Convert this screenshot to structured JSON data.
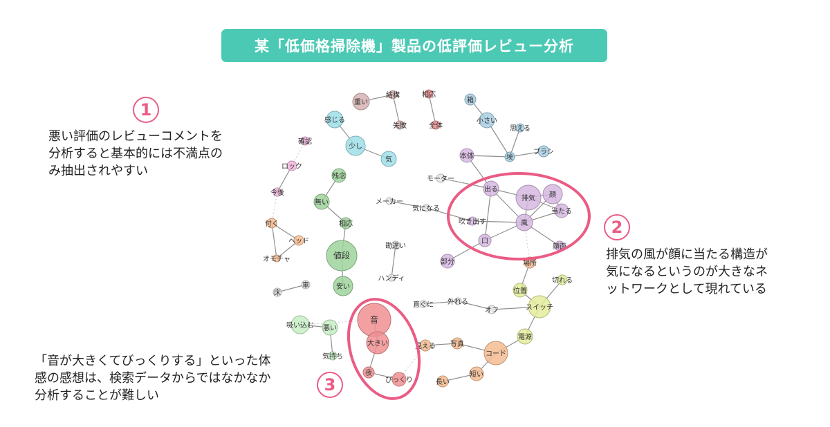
{
  "title": "某「低価格掃除機」製品の低評価レビュー分析",
  "annotations": [
    {
      "number": "1",
      "lines": [
        "悪い評価のレビューコメントを",
        "分析すると基本的には不満点の",
        "み抽出されやすい"
      ]
    },
    {
      "number": "2",
      "lines": [
        "排気の風が顔に当たる構造が",
        "気になるというのが大きなネ",
        "ットワークとして現れている"
      ]
    },
    {
      "number": "3",
      "lines": [
        "「音が大きくてびっくりする」といった体",
        "感の感想は、検索データからではなかなか",
        "分析することが難しい"
      ]
    }
  ],
  "colors": {
    "accent": "#4cc9b4",
    "highlight": "#ea5c84",
    "groups": {
      "red": "#f08f92",
      "brown": "#d7b3b3",
      "cyan": "#9fdfe9",
      "blue": "#a8cfe3",
      "pink": "#f2b6de",
      "green": "#9fd39b",
      "lightgreen": "#c8eec4",
      "orange": "#f5bc92",
      "purple": "#d6b9e2",
      "yellow": "#e3ec9b",
      "gray": "#e6e6e6"
    }
  },
  "network": {
    "nodes": [
      {
        "id": "omoi",
        "label": "重い",
        "group": "brown"
      },
      {
        "id": "kekko",
        "label": "結構",
        "group": "brown"
      },
      {
        "id": "shippai",
        "label": "失敗",
        "group": "brown"
      },
      {
        "id": "kanjiru",
        "label": "感じる",
        "group": "cyan"
      },
      {
        "id": "sukoshi",
        "label": "少し",
        "group": "cyan"
      },
      {
        "id": "ki",
        "label": "気",
        "group": "cyan"
      },
      {
        "id": "soo1",
        "label": "相応",
        "group": "red"
      },
      {
        "id": "zentai",
        "label": "全体",
        "group": "red"
      },
      {
        "id": "hako",
        "label": "箱",
        "group": "blue"
      },
      {
        "id": "chiisai",
        "label": "小さい",
        "group": "blue"
      },
      {
        "id": "mieru1",
        "label": "思える",
        "group": "blue"
      },
      {
        "id": "hokori",
        "label": "埃",
        "group": "blue"
      },
      {
        "id": "brush",
        "label": "ブラシ",
        "group": "blue"
      },
      {
        "id": "kakunin",
        "label": "確認",
        "group": "pink"
      },
      {
        "id": "lock",
        "label": "ロック",
        "group": "pink"
      },
      {
        "id": "kongo",
        "label": "今後",
        "group": "pink"
      },
      {
        "id": "zannen",
        "label": "残念",
        "group": "green"
      },
      {
        "id": "nai",
        "label": "無い",
        "group": "green"
      },
      {
        "id": "soo2",
        "label": "相応",
        "group": "green"
      },
      {
        "id": "nedan",
        "label": "値段",
        "group": "green"
      },
      {
        "id": "yasui",
        "label": "安い",
        "group": "green"
      },
      {
        "id": "tsuku",
        "label": "付く",
        "group": "orange"
      },
      {
        "id": "head",
        "label": "ヘッド",
        "group": "orange"
      },
      {
        "id": "omocha",
        "label": "オモチャ",
        "group": "orange"
      },
      {
        "id": "yuka",
        "label": "床",
        "group": "gray"
      },
      {
        "id": "kuruma",
        "label": "車",
        "group": "gray"
      },
      {
        "id": "motor",
        "label": "モーター",
        "group": "gray"
      },
      {
        "id": "maker",
        "label": "メーカー",
        "group": "gray"
      },
      {
        "id": "kininaru",
        "label": "気になる",
        "group": "gray"
      },
      {
        "id": "kanchigai",
        "label": "勘違い",
        "group": "gray"
      },
      {
        "id": "handy",
        "label": "ハンディ",
        "group": "gray"
      },
      {
        "id": "hontai",
        "label": "本体",
        "group": "purple"
      },
      {
        "id": "deru",
        "label": "出る",
        "group": "purple"
      },
      {
        "id": "haiki",
        "label": "排気",
        "group": "purple"
      },
      {
        "id": "kao",
        "label": "顔",
        "group": "purple"
      },
      {
        "id": "ataru",
        "label": "当たる",
        "group": "purple"
      },
      {
        "id": "fukidasu",
        "label": "吹き出す",
        "group": "purple"
      },
      {
        "id": "kaze",
        "label": "風",
        "group": "purple"
      },
      {
        "id": "kuchi",
        "label": "口",
        "group": "purple"
      },
      {
        "id": "bubun",
        "label": "部分",
        "group": "purple"
      },
      {
        "id": "ganmen",
        "label": "顔面",
        "group": "purple"
      },
      {
        "id": "basho",
        "label": "場所",
        "group": "orange"
      },
      {
        "id": "ichi",
        "label": "位置",
        "group": "yellow"
      },
      {
        "id": "kireru",
        "label": "切れる",
        "group": "yellow"
      },
      {
        "id": "switch",
        "label": "スイッチ",
        "group": "yellow"
      },
      {
        "id": "dengen",
        "label": "電源",
        "group": "yellow"
      },
      {
        "id": "suguni",
        "label": "直ぐに",
        "group": "gray"
      },
      {
        "id": "hazureru",
        "label": "外れる",
        "group": "gray"
      },
      {
        "id": "off",
        "label": "オフ",
        "group": "gray"
      },
      {
        "id": "suikomu",
        "label": "吸い込む",
        "group": "lightgreen"
      },
      {
        "id": "warui",
        "label": "悪い",
        "group": "lightgreen"
      },
      {
        "id": "kimochi",
        "label": "気持ち",
        "group": "lightgreen"
      },
      {
        "id": "oto",
        "label": "音",
        "group": "red"
      },
      {
        "id": "ookii",
        "label": "大きい",
        "group": "red"
      },
      {
        "id": "yoru",
        "label": "夜",
        "group": "red"
      },
      {
        "id": "bikkuri",
        "label": "びっくり",
        "group": "red"
      },
      {
        "id": "mieru2",
        "label": "見える",
        "group": "orange"
      },
      {
        "id": "shashin",
        "label": "写真",
        "group": "orange"
      },
      {
        "id": "cord",
        "label": "コード",
        "group": "orange"
      },
      {
        "id": "nagai",
        "label": "長い",
        "group": "orange"
      },
      {
        "id": "mijikai",
        "label": "短い",
        "group": "orange"
      }
    ],
    "edges": [
      [
        "omoi",
        "kekko"
      ],
      [
        "kekko",
        "shippai"
      ],
      [
        "kanjiru",
        "sukoshi"
      ],
      [
        "sukoshi",
        "ki"
      ],
      [
        "soo1",
        "zentai"
      ],
      [
        "hako",
        "chiisai"
      ],
      [
        "chiisai",
        "hokori"
      ],
      [
        "mieru1",
        "hokori"
      ],
      [
        "hokori",
        "brush"
      ],
      [
        "hokori",
        "hontai"
      ],
      [
        "lock",
        "kongo"
      ],
      [
        "zannen",
        "nai"
      ],
      [
        "nai",
        "soo2"
      ],
      [
        "soo2",
        "nedan"
      ],
      [
        "nedan",
        "yasui"
      ],
      [
        "tsuku",
        "head"
      ],
      [
        "tsuku",
        "omocha"
      ],
      [
        "head",
        "omocha"
      ],
      [
        "yuka",
        "kuruma"
      ],
      [
        "maker",
        "kininaru"
      ],
      [
        "kininaru",
        "fukidasu"
      ],
      [
        "kanchigai",
        "handy"
      ],
      [
        "motor",
        "deru"
      ],
      [
        "hontai",
        "deru"
      ],
      [
        "deru",
        "haiki"
      ],
      [
        "deru",
        "kaze"
      ],
      [
        "deru",
        "kuchi"
      ],
      [
        "haiki",
        "kao"
      ],
      [
        "haiki",
        "kaze"
      ],
      [
        "haiki",
        "ataru"
      ],
      [
        "kao",
        "ataru"
      ],
      [
        "kaze",
        "ataru"
      ],
      [
        "kao",
        "kaze"
      ],
      [
        "kaze",
        "fukidasu"
      ],
      [
        "kaze",
        "kuchi"
      ],
      [
        "kaze",
        "ganmen"
      ],
      [
        "kuchi",
        "bubun"
      ],
      [
        "basho",
        "ichi"
      ],
      [
        "ichi",
        "switch"
      ],
      [
        "kireru",
        "switch"
      ],
      [
        "switch",
        "dengen"
      ],
      [
        "switch",
        "off"
      ],
      [
        "suguni",
        "hazureru"
      ],
      [
        "hazureru",
        "off"
      ],
      [
        "suikomu",
        "warui"
      ],
      [
        "warui",
        "kimochi"
      ],
      [
        "oto",
        "ookii"
      ],
      [
        "ookii",
        "yoru"
      ],
      [
        "yoru",
        "bikkuri"
      ],
      [
        "mieru2",
        "shashin"
      ],
      [
        "shashin",
        "cord"
      ],
      [
        "cord",
        "mijikai"
      ],
      [
        "mijikai",
        "nagai"
      ],
      [
        "dengen",
        "cord"
      ]
    ],
    "weak_edges": [
      [
        "kakunin",
        "lock"
      ],
      [
        "kongo",
        "tsuku"
      ],
      [
        "motor",
        "haiki"
      ],
      [
        "kaze",
        "basho"
      ],
      [
        "bikkuri",
        "mieru2"
      ],
      [
        "suikomu",
        "oto"
      ]
    ]
  }
}
